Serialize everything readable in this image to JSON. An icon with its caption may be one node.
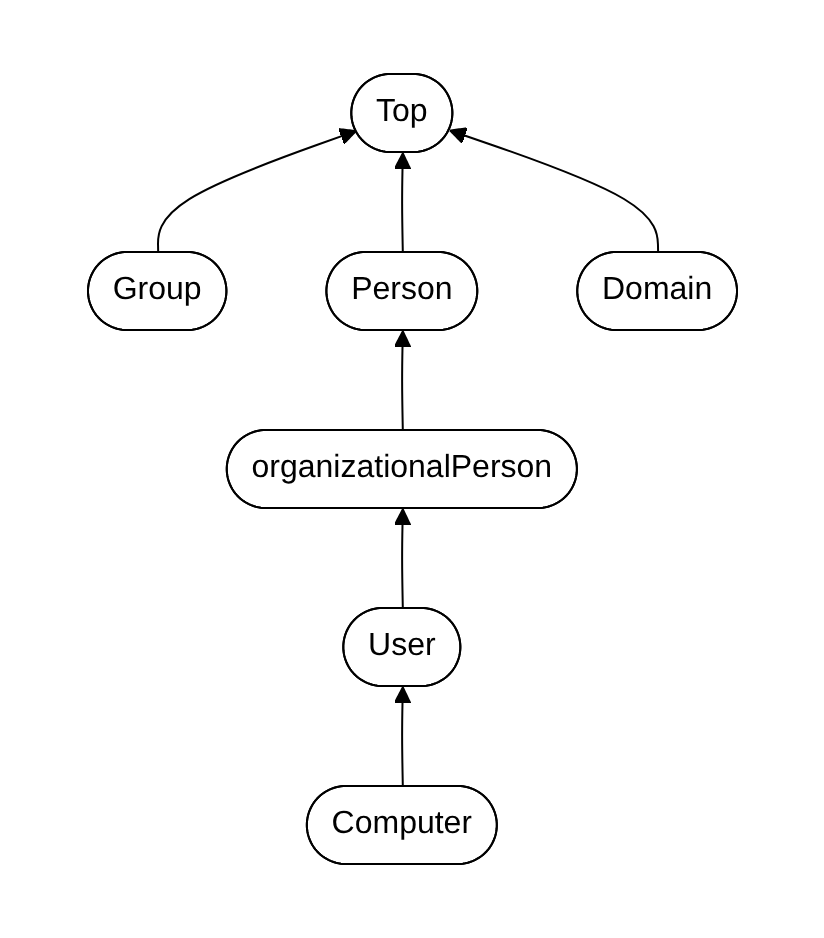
{
  "diagram": {
    "nodes": [
      {
        "text": [
          "Top"
        ]
      },
      {
        "text": [
          "Group"
        ]
      },
      {
        "text": [
          "Person"
        ]
      },
      {
        "text": [
          "Domain"
        ]
      },
      {
        "text": [
          "organizationalPerson"
        ]
      },
      {
        "text": [
          "User"
        ]
      },
      {
        "text": [
          "Computer"
        ]
      }
    ],
    "edges": [
      {
        "from": 1,
        "to": 0,
        "arrow": "to"
      },
      {
        "from": 2,
        "to": 0,
        "arrow": "to"
      },
      {
        "from": 3,
        "to": 0,
        "arrow": "to"
      },
      {
        "from": 4,
        "to": 2,
        "arrow": "to"
      },
      {
        "from": 5,
        "to": 4,
        "arrow": "to"
      },
      {
        "from": 6,
        "to": 5,
        "arrow": "to"
      }
    ]
  }
}
